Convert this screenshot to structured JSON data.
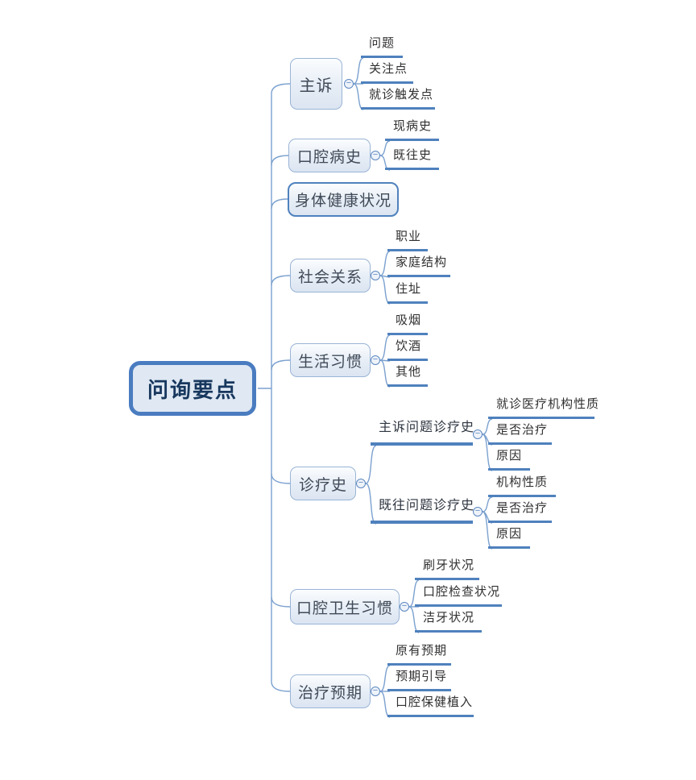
{
  "ui": {
    "toggle_glyph": "−"
  },
  "colors": {
    "accent_line": "#4f81bd",
    "connector": "#7ba1cf",
    "node_border": "#9ab4d6",
    "root_border": "#4a7cc0",
    "root_fill": "#dfe8f3",
    "node_fill_top": "#fbfdfe",
    "node_fill_bottom": "#dbe5f1",
    "root_text": "#17375e",
    "topic_text": "#404a58",
    "leaf_text": "#303030"
  },
  "mindmap": {
    "root": "问询要点",
    "branches": [
      {
        "label": "主诉",
        "children": [
          "问题",
          "关注点",
          "就诊触发点"
        ]
      },
      {
        "label": "口腔病史",
        "children": [
          "现病史",
          "既往史"
        ]
      },
      {
        "label": "身体健康状况",
        "children": []
      },
      {
        "label": "社会关系",
        "children": [
          "职业",
          "家庭结构",
          "住址"
        ]
      },
      {
        "label": "生活习惯",
        "children": [
          "吸烟",
          "饮酒",
          "其他"
        ]
      },
      {
        "label": "诊疗史",
        "children": [
          {
            "label": "主诉问题诊疗史",
            "children": [
              "就诊医疗机构性质",
              "是否治疗",
              "原因"
            ]
          },
          {
            "label": "既往问题诊疗史",
            "children": [
              "机构性质",
              "是否治疗",
              "原因"
            ]
          }
        ]
      },
      {
        "label": "口腔卫生习惯",
        "children": [
          "刷牙状况",
          "口腔检查状况",
          "洁牙状况"
        ]
      },
      {
        "label": "治疗预期",
        "children": [
          "原有预期",
          "预期引导",
          "口腔保健植入"
        ]
      }
    ]
  }
}
